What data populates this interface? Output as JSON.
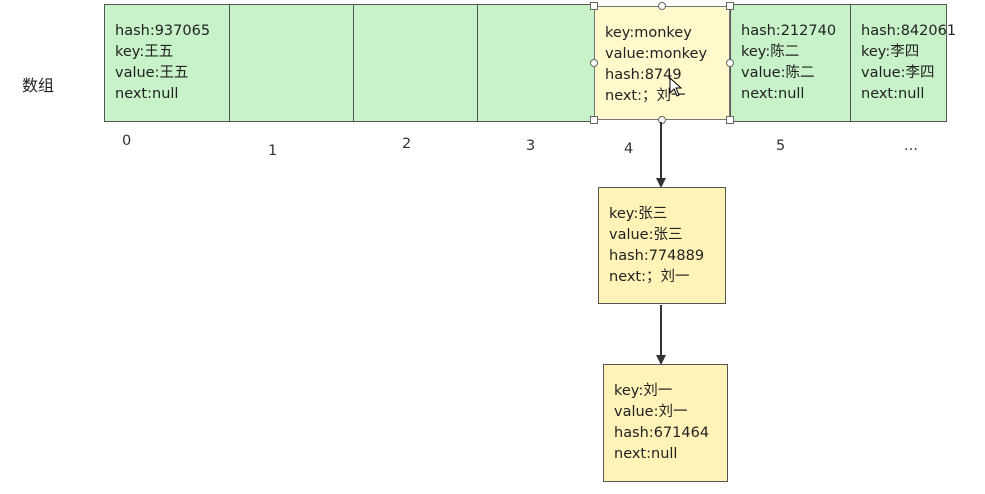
{
  "array_label": "数组",
  "cells": [
    {
      "index": "0",
      "lines": [
        "hash:937065",
        "key:王五",
        "value:王五",
        "next:null"
      ]
    },
    {
      "index": "1",
      "lines": []
    },
    {
      "index": "2",
      "lines": []
    },
    {
      "index": "3",
      "lines": []
    },
    {
      "index": "4",
      "lines": [
        "key:monkey",
        "value:monkey",
        "hash:8749",
        "next:；刘一"
      ]
    },
    {
      "index": "5",
      "lines": [
        "hash:212740",
        "key:陈二",
        "value:陈二",
        "next:null"
      ]
    },
    {
      "index": "...",
      "lines": [
        "hash:842061",
        "key:李四",
        "value:李四",
        "next:null"
      ]
    }
  ],
  "chain": [
    {
      "lines": [
        "key:张三",
        "value:张三",
        "hash:774889",
        "next:；刘一"
      ]
    },
    {
      "lines": [
        "key:刘一",
        "value:刘一",
        "hash:671464",
        "next:null"
      ]
    }
  ],
  "colors": {
    "array_cell": "#c8f2c8",
    "selected_cell": "#fff9cc",
    "chain_node": "#fff3b8",
    "arrow": "#333333"
  },
  "icons": {
    "cursor": "mouse-pointer-icon"
  }
}
